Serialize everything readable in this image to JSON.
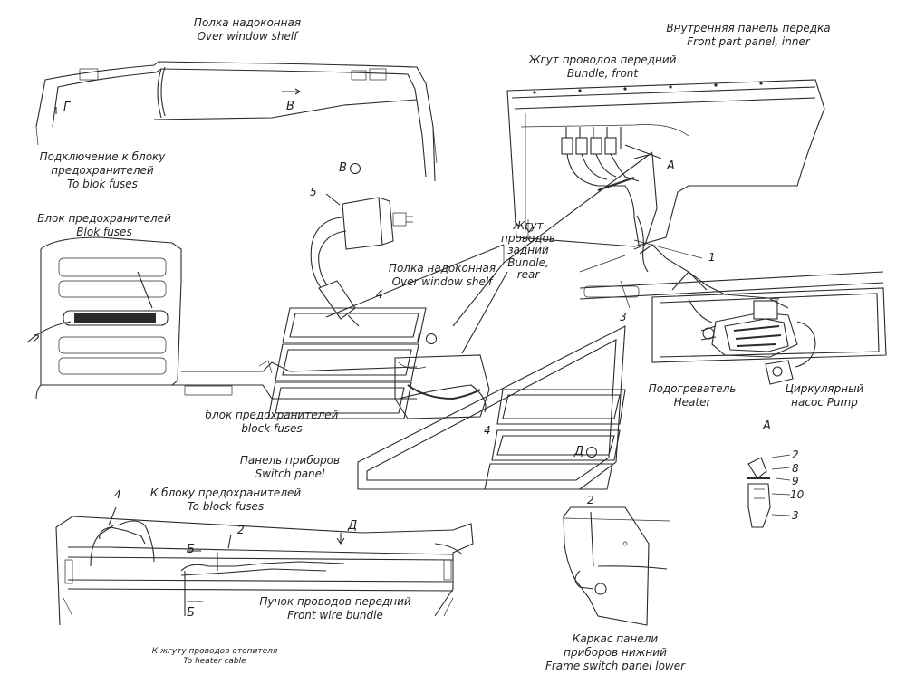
{
  "labels": {
    "top_shelf": {
      "ru": "Полка надоконная",
      "en": "Over window  shelf"
    },
    "front_panel": {
      "ru": "Внутренняя панель передка",
      "en": "Front part panel, inner"
    },
    "bundle_front": {
      "ru": "Жгут проводов передний",
      "en": "Bundle, front"
    },
    "connect_fuses": {
      "ru1": "Подключение к блоку",
      "ru2": "предохранителей",
      "en": "To blok fuses"
    },
    "blok_fuses": {
      "ru": "Блок предохранителей",
      "en": "Blok fuses"
    },
    "shelf_mid": {
      "ru": "Полка надоконная",
      "en": "Over window  shelf"
    },
    "bundle_rear": {
      "l1": "Жгут",
      "l2": "проводов",
      "l3": "задний",
      "l4": "Bundle,",
      "l5": "rear"
    },
    "block_fuses": {
      "ru": "блок предохранителей",
      "en": "block fuses"
    },
    "switch_panel": {
      "ru": "Панель приборов",
      "en": "Switch panel"
    },
    "to_block_fuses": {
      "ru": "К блоку предохранителей",
      "en": "To block fuses"
    },
    "front_wire_bundle": {
      "ru": "Пучок проводов передний",
      "en": "Front wire bundle"
    },
    "to_heater_cable": {
      "ru": "К жгуту проводов отопителя",
      "en": "To heater cable"
    },
    "heater": {
      "ru": "Подогреватель",
      "en": "Heater"
    },
    "pump": {
      "ru": "Циркулярный",
      "en": "насос Pump"
    },
    "frame_panel": {
      "ru1": "Каркас панели",
      "ru2": "приборов нижний",
      "en": "Frame switch panel lower"
    }
  },
  "markers": {
    "view_g": "Г",
    "view_v": "В",
    "view_b": "Б",
    "view_d": "Д",
    "view_a": "А",
    "n1": "1",
    "n2": "2",
    "n3": "3",
    "n4": "4",
    "n5": "5",
    "n8": "8",
    "n9": "9",
    "n10": "10"
  }
}
